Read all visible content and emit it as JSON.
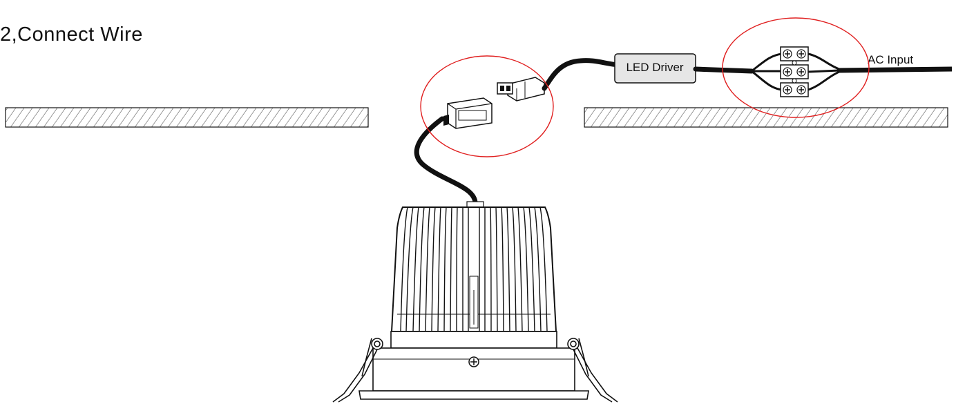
{
  "title": "2,Connect Wire",
  "labels": {
    "driver": "LED Driver",
    "ac_input": "AC Input"
  },
  "colors": {
    "line": "#111111",
    "highlight_circle": "#e02020",
    "driver_fill": "#e6e6e6",
    "cable": "#111111"
  },
  "icons": {
    "connector": "quick-connector-icon",
    "terminal_block": "terminal-block-icon",
    "luminaire": "downlight-icon",
    "screw": "screw-icon"
  }
}
